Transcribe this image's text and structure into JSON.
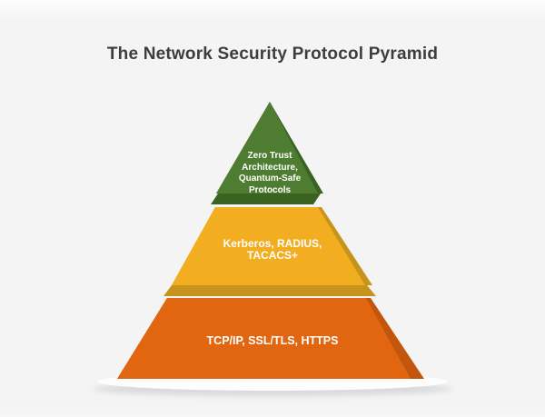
{
  "title": "The Network Security Protocol Pyramid",
  "colors": {
    "background": "#f4f4f5",
    "title_text": "#3d3d3d",
    "label_text": "#ffffff",
    "tier_top": "#4e7d31",
    "tier_top_dark": "#3a6322",
    "tier_middle": "#f2ad20",
    "tier_middle_dark": "#c6941c",
    "tier_bottom": "#e2650f",
    "tier_bottom_dark": "#c2560c",
    "platform": "#fdfdfd",
    "shadow": "#d9d9db"
  },
  "pyramid": {
    "tiers": [
      {
        "level": 3,
        "position": "top",
        "label": "Zero Trust Architecture, Quantum-Safe Protocols",
        "lines": [
          "Zero Trust",
          "Architecture,",
          "Quantum-Safe",
          "Protocols"
        ],
        "color": "#4e7d31"
      },
      {
        "level": 2,
        "position": "middle",
        "label": "Kerberos, RADIUS, TACACS+",
        "lines": [
          "Kerberos, RADIUS,",
          "TACACS+"
        ],
        "color": "#f2ad20"
      },
      {
        "level": 1,
        "position": "bottom",
        "label": "TCP/IP, SSL/TLS, HTTPS",
        "lines": [
          "TCP/IP, SSL/TLS, HTTPS"
        ],
        "color": "#e2650f"
      }
    ]
  }
}
